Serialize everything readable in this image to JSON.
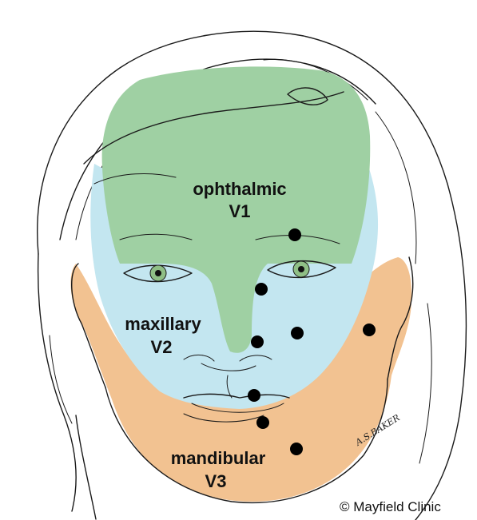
{
  "regions": [
    {
      "name": "ophthalmic",
      "code": "V1",
      "color": "#9fd0a3"
    },
    {
      "name": "maxillary",
      "code": "V2",
      "color": "#c3e6f0"
    },
    {
      "name": "mandibular",
      "code": "V3",
      "color": "#f2c291"
    }
  ],
  "signature": "A.S.BAKER",
  "copyright": "© Mayfield Clinic",
  "colors": {
    "marker": "#000000",
    "outline": "#1a1a1a",
    "iris": "#8fbf86"
  }
}
